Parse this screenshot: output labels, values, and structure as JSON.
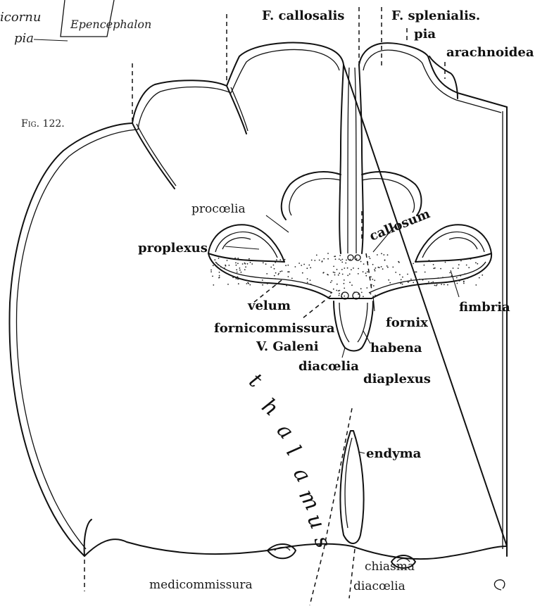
{
  "figure": {
    "fig_label": "Fig. 122.",
    "thalamus_letters": [
      "t",
      "h",
      "a",
      "l",
      "a",
      "m",
      "u",
      "s"
    ],
    "handwritten": {
      "line1": "icornu",
      "line2": "pia",
      "box_text": "Epencephalon"
    },
    "labels": {
      "f_callosalis": "F. callosalis",
      "f_splenialis": "F. splenialis.",
      "pia": "pia",
      "arachnoidea": "arachnoidea",
      "procoelia": "procœlia",
      "proplexus": "proplexus",
      "callosum": "callosum",
      "velum": "velum",
      "fimbria": "fimbria",
      "fornicommissura": "fornicommissura",
      "fornix": "fornix",
      "v_galeni": "V. Galeni",
      "habena": "habena",
      "diacoelia_upper": "diacœlia",
      "diaplexus": "diaplexus",
      "endyma": "endyma",
      "chiasma": "chiasma",
      "medicommissura": "medicommissura",
      "diacoelia_lower": "diacœlia"
    }
  }
}
